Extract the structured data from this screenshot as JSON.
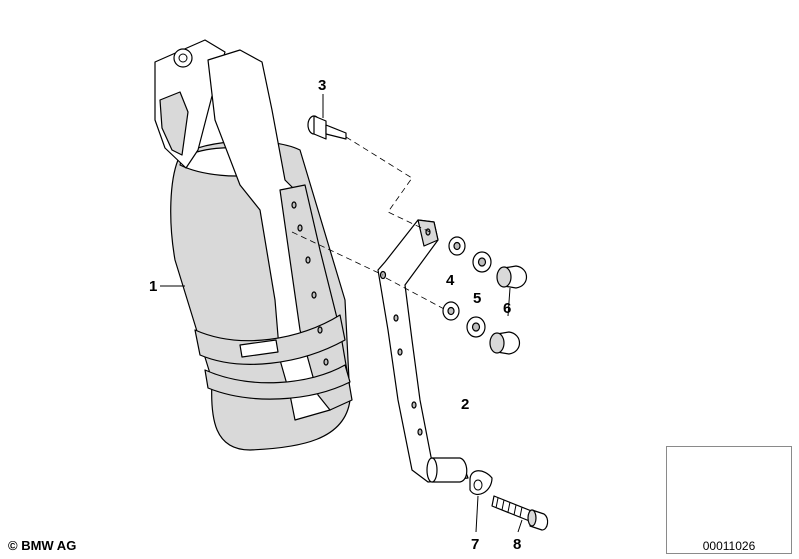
{
  "callouts": [
    {
      "id": "1",
      "label": "1"
    },
    {
      "id": "2",
      "label": "2"
    },
    {
      "id": "3",
      "label": "3"
    },
    {
      "id": "4",
      "label": "4"
    },
    {
      "id": "5",
      "label": "5"
    },
    {
      "id": "6",
      "label": "6"
    },
    {
      "id": "7",
      "label": "7"
    },
    {
      "id": "8",
      "label": "8"
    }
  ],
  "copyright": "© BMW AG",
  "reference_number": "00011026"
}
